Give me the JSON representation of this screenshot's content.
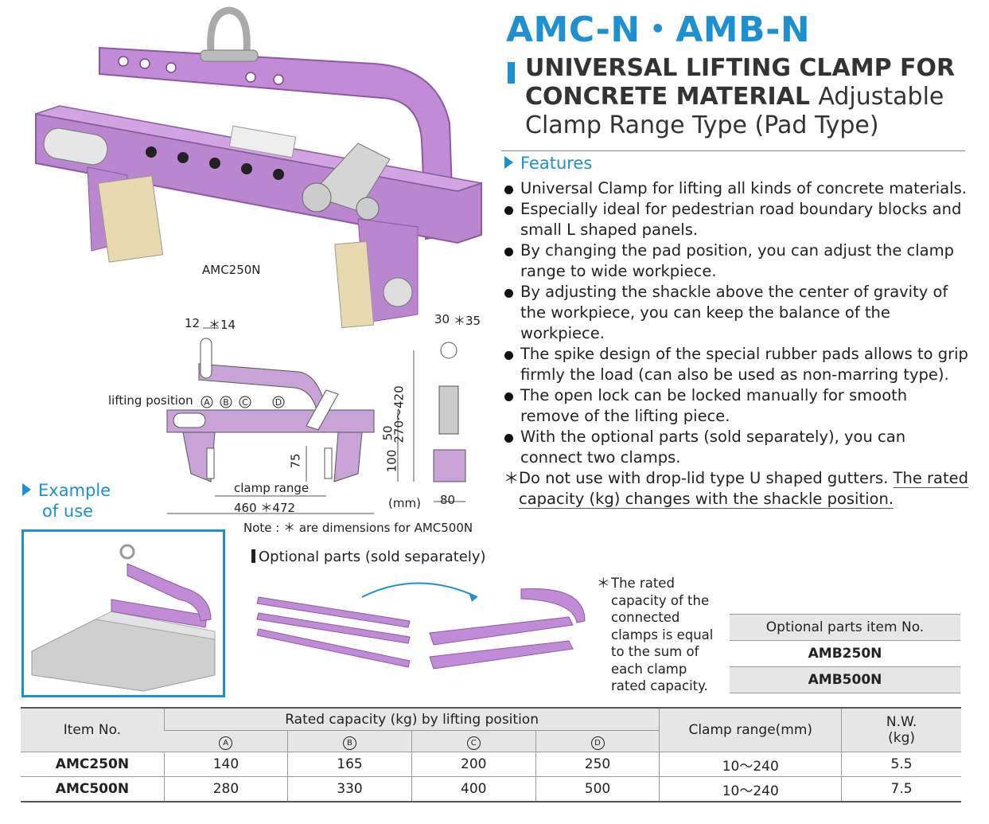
{
  "title": {
    "model": "AMC-N・AMB-N",
    "subtitle_bold": "UNIVERSAL LIFTING CLAMP FOR CONCRETE MATERIAL",
    "subtitle_plain": "Adjustable Clamp Range Type (Pad Type)"
  },
  "colors": {
    "accent": "#1e8fd1",
    "product": "#c089d4"
  },
  "photo_caption": "AMC250N",
  "features": {
    "heading": "Features",
    "items": [
      "Universal Clamp for lifting all kinds of concrete materials.",
      "Especially ideal for pedestrian road boundary blocks and small L shaped panels.",
      "By changing the pad position, you can adjust the clamp range to wide workpiece.",
      "By adjusting the shackle above the center of gravity of the workpiece, you can keep the balance of the workpiece.",
      "The spike design of the special rubber pads allows to grip firmly the load (can also be used as non-marring type).",
      "The open lock can be locked manually for smooth remove of the lifting piece.",
      "With the optional parts (sold separately), you can connect two clamps."
    ],
    "note_mark": "＊",
    "note_a": "Do not use with drop-lid type U shaped gutters.",
    "note_b": "The rated capacity (kg) changes with the shackle position."
  },
  "drawing": {
    "d12": "12",
    "d14": "＊14",
    "d30": "30",
    "d35": "＊35",
    "lifting_position": "lifting position",
    "pos": [
      "A",
      "B",
      "C",
      "D"
    ],
    "d50": "50",
    "d270": "270～420",
    "d100": "100",
    "d75": "75",
    "clamp_range": "clamp range",
    "d460": "460 ＊472",
    "mm": "(mm)",
    "d80": "80",
    "note": "Note : ＊ are dimensions for AMC500N"
  },
  "example": {
    "line1": "Example",
    "line2": "of use"
  },
  "optional": {
    "heading": "Optional parts (sold separately)",
    "note_mark": "＊",
    "note": "The rated capacity of the connected clamps is equal to the sum of each clamp rated capacity.",
    "table_header": "Optional parts item No.",
    "items": [
      "AMB250N",
      "AMB500N"
    ]
  },
  "spec": {
    "col_item": "Item No.",
    "col_rated": "Rated capacity (kg) by lifting position",
    "positions": [
      "A",
      "B",
      "C",
      "D"
    ],
    "col_clamp": "Clamp range(mm)",
    "col_nw": "N.W.",
    "col_nw_unit": "(kg)",
    "rows": [
      {
        "item": "AMC250N",
        "a": "140",
        "b": "165",
        "c": "200",
        "d": "250",
        "range": "10～240",
        "nw": "5.5"
      },
      {
        "item": "AMC500N",
        "a": "280",
        "b": "330",
        "c": "400",
        "d": "500",
        "range": "10～240",
        "nw": "7.5"
      }
    ]
  }
}
